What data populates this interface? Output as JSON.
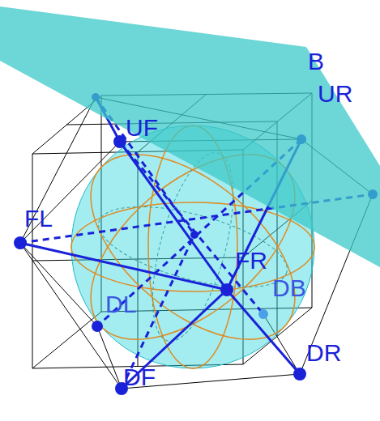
{
  "diagram": {
    "labels": [
      "B",
      "UR",
      "UF",
      "FL",
      "FR",
      "DB",
      "DL",
      "DF",
      "DR"
    ]
  }
}
